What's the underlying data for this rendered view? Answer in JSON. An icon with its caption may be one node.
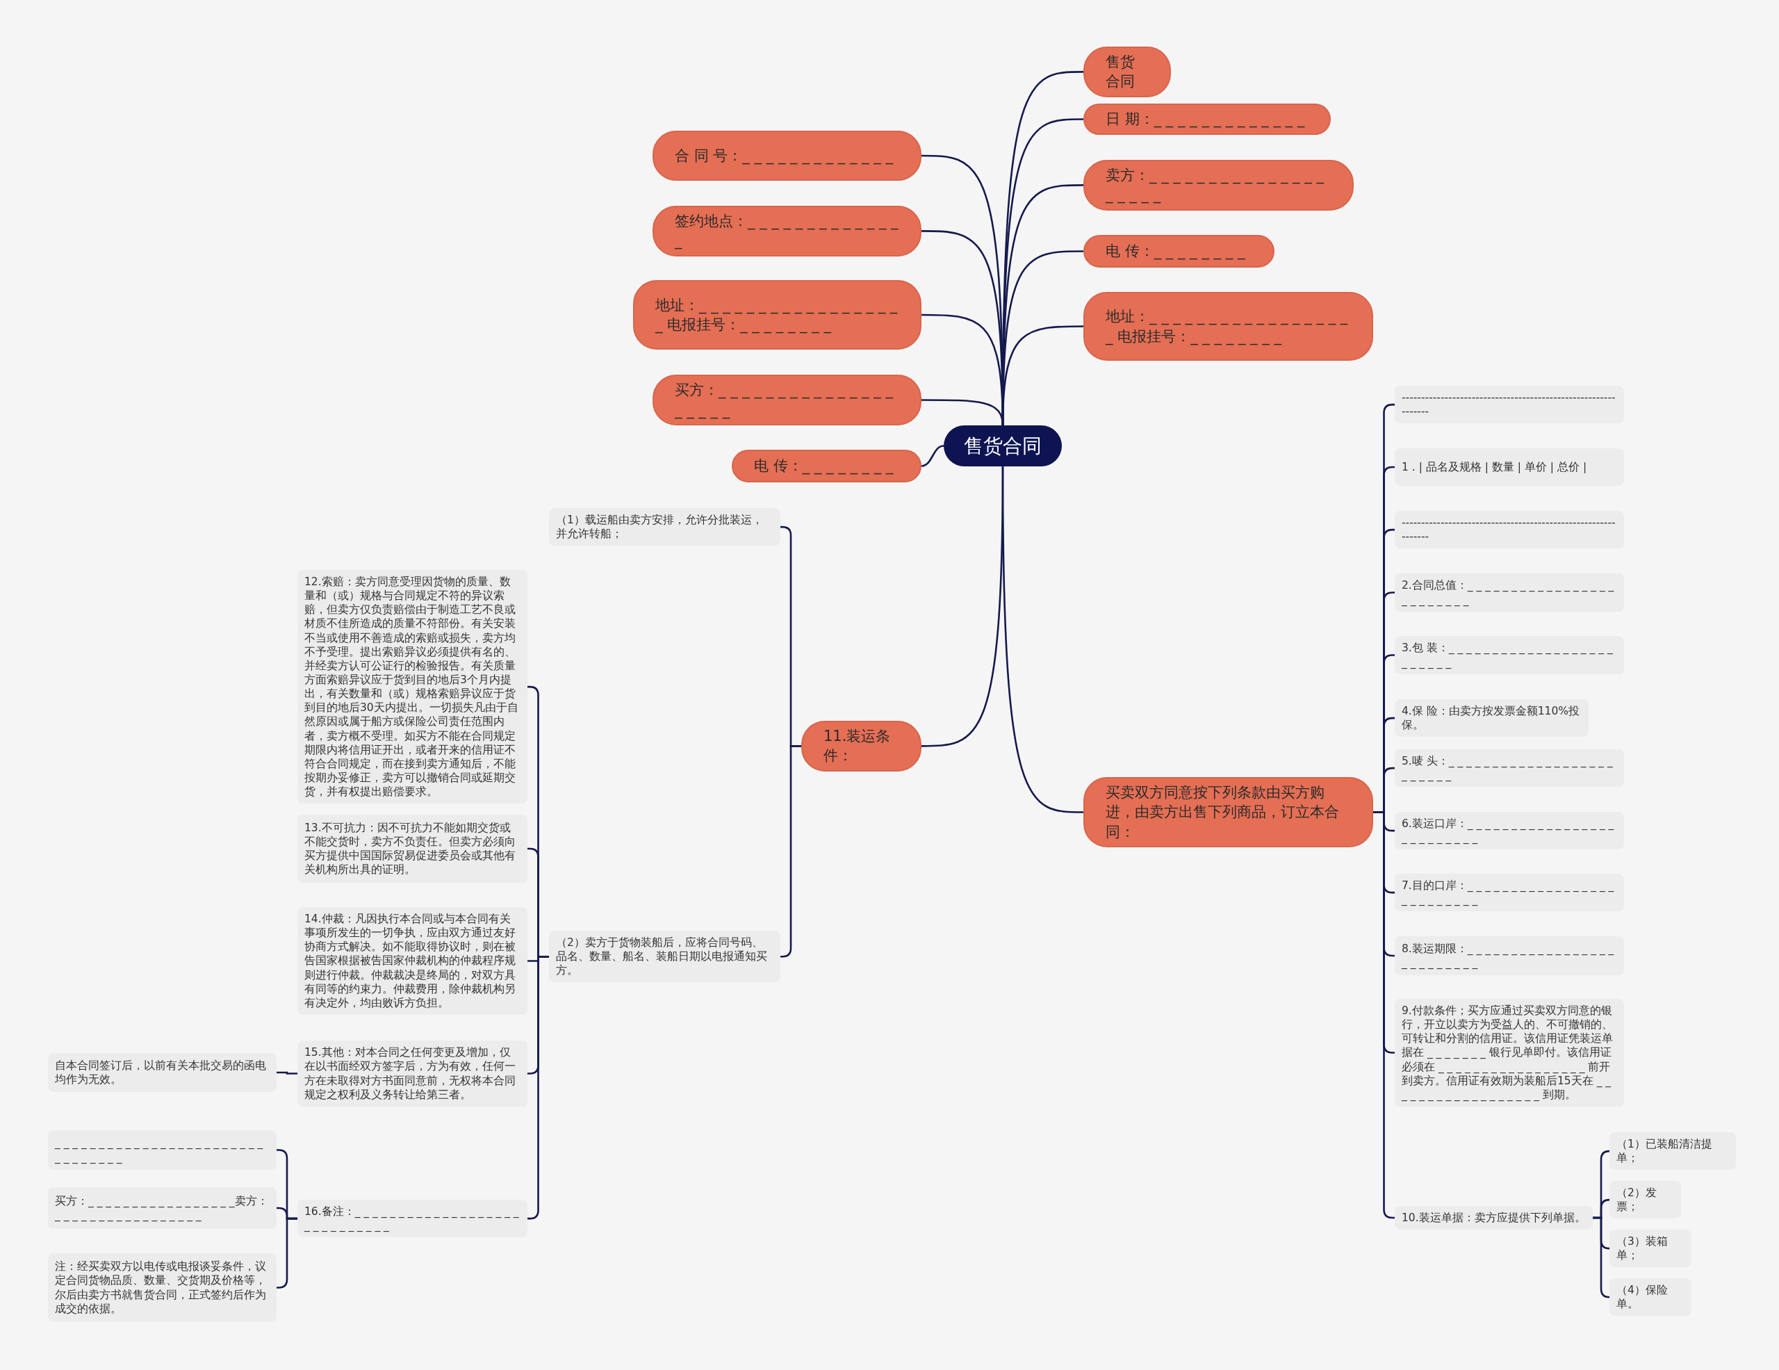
{
  "diagram": {
    "nodes": [
      {
        "text": [
          "售货合同"
        ]
      },
      {
        "text": [
          "售货合同"
        ]
      },
      {
        "text": [
          "日 期：_ _ _ _ _ _ _ _ _ _ _ _ _"
        ]
      },
      {
        "text": [
          "卖方：_ _ _ _ _ _ _ _ _ _ _ _ _ _ _ _ _ _ _ _"
        ]
      },
      {
        "text": [
          "电 传：_ _ _ _ _ _ _ _"
        ]
      },
      {
        "text": [
          "地址：_ _ _ _ _ _ _ _ _ _ _ _ _ _ _ _ _ _ 电报挂号：_ _ _ _ _ _ _ _"
        ]
      },
      {
        "text": [
          "合 同 号：_ _ _ _ _ _ _ _ _ _ _ _ _"
        ]
      },
      {
        "text": [
          "签约地点：_ _ _ _ _ _ _ _ _ _ _ _ _ _"
        ]
      },
      {
        "text": [
          "地址：_ _ _ _ _ _ _ _ _ _ _ _ _ _ _ _ _ _ 电报挂号：_ _ _ _ _ _ _ _"
        ]
      },
      {
        "text": [
          "买方：_ _ _ _ _ _ _ _ _ _ _ _ _ _ _ _ _ _ _ _"
        ]
      },
      {
        "text": [
          "电 传：_ _ _ _ _ _ _ _"
        ]
      },
      {
        "text": [
          "11.装运条件："
        ]
      },
      {
        "text": [
          "买卖双方同意按下列条款由买方购进，由卖方出售下列商品，订立本合同："
        ]
      },
      {
        "text": [
          "（1）载运船由卖方安排，允许分批装运，并允许转船；"
        ]
      },
      {
        "text": [
          "（2）卖方于货物装船后，应将合同号码、品名、数量、船名、装船日期以电报通知买方。"
        ]
      },
      {
        "text": [
          "12.索赔：卖方同意受理因货物的质量、数量和（或）规格与合同规定不符的异议索赔，但卖方仅负责赔偿由于制造工艺不良或材质不佳所造成的质量不符部份。有关安装不当或使用不善造成的索赔或损失，卖方均不予受理。提出索赔异议必须提供有名的、并经卖方认可公证行的检验报告。有关质量方面索赔异议应于货到目的地后3个月内提出，有关数量和（或）规格索赔异议应于货到目的地后30天内提出。一切损失凡由于自然原因或属于船方或保险公司责任范围内者，卖方概不受理。如买方不能在合同规定期限内将信用证开出，或者开来的信用证不符合合同规定，而在接到卖方通知后，不能按期办妥修正，卖方可以撤销合同或延期交货，并有权提出赔偿要求。"
        ]
      },
      {
        "text": [
          "13.不可抗力：因不可抗力不能如期交货或不能交货时，卖方不负责任。但卖方必须向买方提供中国国际贸易促进委员会或其他有关机构所出具的证明。"
        ]
      },
      {
        "text": [
          "14.仲裁：凡因执行本合同或与本合同有关事项所发生的一切争执，应由双方通过友好协商方式解决。如不能取得协议时，则在被告国家根据被告国家仲裁机构的仲裁程序规则进行仲裁。仲裁裁决是终局的，对双方具有同等的约束力。仲裁费用，除仲裁机构另有决定外，均由败诉方负担。"
        ]
      },
      {
        "text": [
          "15.其他：对本合同之任何变更及增加，仅在以书面经双方签字后，方为有效，任何一方在未取得对方书面同意前，无权将本合同规定之权利及义务转让给第三者。"
        ]
      },
      {
        "text": [
          "16.备注：_ _ _ _ _ _ _ _ _ _ _ _ _ _ _ _ _ _ _ _ _ _ _ _ _ _ _ _ _"
        ]
      },
      {
        "text": [
          "自本合同签订后，以前有关本批交易的函电均作为无效。"
        ]
      },
      {
        "text": [
          "_ _ _ _ _ _ _ _ _ _ _ _ _ _ _ _ _ _ _ _ _ _ _ _ _ _ _ _ _ _ _ _"
        ]
      },
      {
        "text": [
          "买方：_ _ _ _ _ _ _ _ _ _ _ _ _ _ _ _ _卖方：_ _ _ _ _ _ _ _ _ _ _ _ _ _ _ _ _"
        ]
      },
      {
        "text": [
          "注：经买卖双方以电传或电报谈妥条件，议定合同货物品质、数量、交货期及价格等，尔后由卖方书就售货合同，正式签约后作为成交的依据。"
        ]
      },
      {
        "text": [
          "--------------------------------------------------------------"
        ]
      },
      {
        "text": [
          "1 . | 品名及规格 | 数量 | 单价 | 总价 |"
        ]
      },
      {
        "text": [
          "--------------------------------------------------------------"
        ]
      },
      {
        "text": [
          "2.合同总值：_ _ _ _ _ _ _ _ _ _ _ _ _ _ _ _ _ _ _ _ _ _ _ _ _"
        ]
      },
      {
        "text": [
          "3.包 装：_ _ _ _ _ _ _ _ _ _ _ _ _ _ _ _ _ _ _ _ _ _ _ _ _"
        ]
      },
      {
        "text": [
          "4.保 险：由卖方按发票金额110%投保。"
        ]
      },
      {
        "text": [
          "5.唛 头：_ _ _ _ _ _ _ _ _ _ _ _ _ _ _ _ _ _ _ _ _ _ _ _ _"
        ]
      },
      {
        "text": [
          "6.装运口岸：_ _ _ _ _ _ _ _ _ _ _ _ _ _ _ _ _ _ _ _ _ _ _ _ _ _"
        ]
      },
      {
        "text": [
          "7.目的口岸：_ _ _ _ _ _ _ _ _ _ _ _ _ _ _ _ _ _ _ _ _ _ _ _ _ _"
        ]
      },
      {
        "text": [
          "8.装运期限：_ _ _ _ _ _ _ _ _ _ _ _ _ _ _ _ _ _ _ _ _ _ _ _ _ _"
        ]
      },
      {
        "text": [
          "9.付款条件；买方应通过买卖双方同意的银行，开立以卖方为受益人的、不可撤销的、可转让和分割的信用证。该信用证凭装运单据在 _ _ _ _ _ _ _ 银行见单即付。该信用证必须在 _ _ _ _ _ _ _ _ _ _ _ _ _ _ _ _ _ 前开到卖方。信用证有效期为装船后15天在 _ _ _ _ _ _ _ _ _ _ _ _ _ _ _ _ _ _ 到期。"
        ]
      },
      {
        "text": [
          "10.装运单据：卖方应提供下列单据。"
        ]
      },
      {
        "text": [
          "（1）已装船清洁提单；"
        ]
      },
      {
        "text": [
          "（2）发票；"
        ]
      },
      {
        "text": [
          "（3）装箱单；"
        ]
      },
      {
        "text": [
          "（4）保险单。"
        ]
      }
    ],
    "edges": [
      {
        "from": 0,
        "to": 1,
        "arrow": "none"
      },
      {
        "from": 0,
        "to": 2,
        "arrow": "none"
      },
      {
        "from": 0,
        "to": 3,
        "arrow": "none"
      },
      {
        "from": 0,
        "to": 4,
        "arrow": "none"
      },
      {
        "from": 0,
        "to": 5,
        "arrow": "none"
      },
      {
        "from": 0,
        "to": 6,
        "arrow": "none"
      },
      {
        "from": 0,
        "to": 7,
        "arrow": "none"
      },
      {
        "from": 0,
        "to": 8,
        "arrow": "none"
      },
      {
        "from": 0,
        "to": 9,
        "arrow": "none"
      },
      {
        "from": 0,
        "to": 10,
        "arrow": "none"
      },
      {
        "from": 0,
        "to": 11,
        "arrow": "none"
      },
      {
        "from": 0,
        "to": 12,
        "arrow": "none"
      },
      {
        "from": 11,
        "to": 13,
        "arrow": "none"
      },
      {
        "from": 11,
        "to": 14,
        "arrow": "none"
      },
      {
        "from": 14,
        "to": 15,
        "arrow": "none"
      },
      {
        "from": 14,
        "to": 16,
        "arrow": "none"
      },
      {
        "from": 14,
        "to": 17,
        "arrow": "none"
      },
      {
        "from": 14,
        "to": 18,
        "arrow": "none"
      },
      {
        "from": 14,
        "to": 19,
        "arrow": "none"
      },
      {
        "from": 18,
        "to": 20,
        "arrow": "none"
      },
      {
        "from": 19,
        "to": 21,
        "arrow": "none"
      },
      {
        "from": 19,
        "to": 22,
        "arrow": "none"
      },
      {
        "from": 19,
        "to": 23,
        "arrow": "none"
      },
      {
        "from": 12,
        "to": 24,
        "arrow": "none"
      },
      {
        "from": 12,
        "to": 25,
        "arrow": "none"
      },
      {
        "from": 12,
        "to": 26,
        "arrow": "none"
      },
      {
        "from": 12,
        "to": 27,
        "arrow": "none"
      },
      {
        "from": 12,
        "to": 28,
        "arrow": "none"
      },
      {
        "from": 12,
        "to": 29,
        "arrow": "none"
      },
      {
        "from": 12,
        "to": 30,
        "arrow": "none"
      },
      {
        "from": 12,
        "to": 31,
        "arrow": "none"
      },
      {
        "from": 12,
        "to": 32,
        "arrow": "none"
      },
      {
        "from": 12,
        "to": 33,
        "arrow": "none"
      },
      {
        "from": 12,
        "to": 34,
        "arrow": "none"
      },
      {
        "from": 12,
        "to": 35,
        "arrow": "none"
      },
      {
        "from": 35,
        "to": 36,
        "arrow": "none"
      },
      {
        "from": 35,
        "to": 37,
        "arrow": "none"
      },
      {
        "from": 35,
        "to": 38,
        "arrow": "none"
      },
      {
        "from": 35,
        "to": 39,
        "arrow": "none"
      }
    ]
  }
}
